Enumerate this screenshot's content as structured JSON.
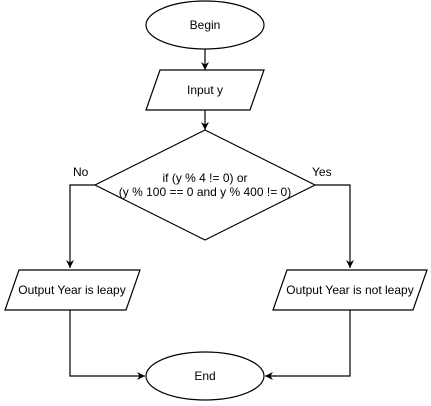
{
  "flowchart": {
    "begin": "Begin",
    "input": "Input y",
    "decision_line1": "if (y % 4 != 0) or",
    "decision_line2": "(y % 100 == 0 and y % 400 != 0)",
    "branch_no": "No",
    "branch_yes": "Yes",
    "output_left": "Output Year is leapy",
    "output_right": "Output Year is not leapy",
    "end": "End"
  }
}
